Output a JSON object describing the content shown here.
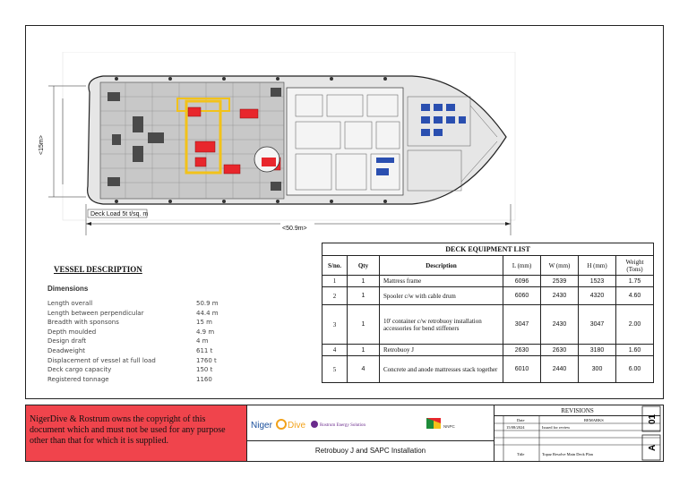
{
  "plan": {
    "length_dim": "<50.9m>",
    "breadth_dim": "<15m>",
    "deck_load_note": "Deck Load 5t t/sq. m"
  },
  "vessel": {
    "heading": "VESSEL DESCRIPTION",
    "dims_heading": "Dimensions",
    "specs": [
      {
        "label": "Length overall",
        "value": "50.9 m"
      },
      {
        "label": "Length between perpendicular",
        "value": "44.4 m"
      },
      {
        "label": "Breadth with sponsons",
        "value": "15 m"
      },
      {
        "label": "Depth moulded",
        "value": "4.9 m"
      },
      {
        "label": "Design draft",
        "value": "4 m"
      },
      {
        "label": "Deadweight",
        "value": "611 t"
      },
      {
        "label": "Displacement of vessel at full load",
        "value": "1760 t"
      },
      {
        "label": "Deck cargo capacity",
        "value": "150 t"
      },
      {
        "label": "Registered tonnage",
        "value": "1160"
      }
    ]
  },
  "equipment": {
    "title": "DECK EQUIPMENT LIST",
    "headers": [
      "S/no.",
      "Qty",
      "Description",
      "L (mm)",
      "W (mm)",
      "H (mm)",
      "Weight (Tons)"
    ],
    "rows": [
      [
        "1",
        "1",
        "Mattress frame",
        "6096",
        "2539",
        "1523",
        "1.75"
      ],
      [
        "2",
        "1",
        "Spooler c/w with cable drum",
        "6060",
        "2430",
        "4320",
        "4.60"
      ],
      [
        "3",
        "1",
        "10' container c/w retrobuoy installation accessories for bend stiffeners",
        "3047",
        "2430",
        "3047",
        "2.00"
      ],
      [
        "4",
        "1",
        "Retrobuoy J",
        "2630",
        "2630",
        "3180",
        "1.60"
      ],
      [
        "5",
        "4",
        "Concrete and anode mattresses stack together",
        "6010",
        "2440",
        "300",
        "6.00"
      ]
    ]
  },
  "title_block": {
    "copyright": "NigerDive & Rostrum owns the copyright of this document which and must not be used for any purpose other than that for which it is supplied.",
    "project_title": "Retrobuoy J and SAPC Installation",
    "logo_nigerdive_a": "Niger",
    "logo_nigerdive_b": "Dive",
    "logo_rostrum": "Rostrum Energy Solution",
    "logo_nnpc": "NNPC",
    "revisions_heading": "REVISIONS",
    "date_label": "Date",
    "remarks_label": "REMARKS",
    "rev_date": "15/08/2024",
    "rev_remark": "Issued for review",
    "title_label": "Title",
    "title_value": "Topaz Resolve Main Deck Plan",
    "rev_code": "01",
    "sheet_letter": "A"
  },
  "colors": {
    "copyright_bg": "#f0444c",
    "hull_deck": "#bdbdbd",
    "equipment_red": "#e8262c",
    "equipment_yellow": "#f2c21a",
    "cabin_blue": "#2a4fb0"
  }
}
